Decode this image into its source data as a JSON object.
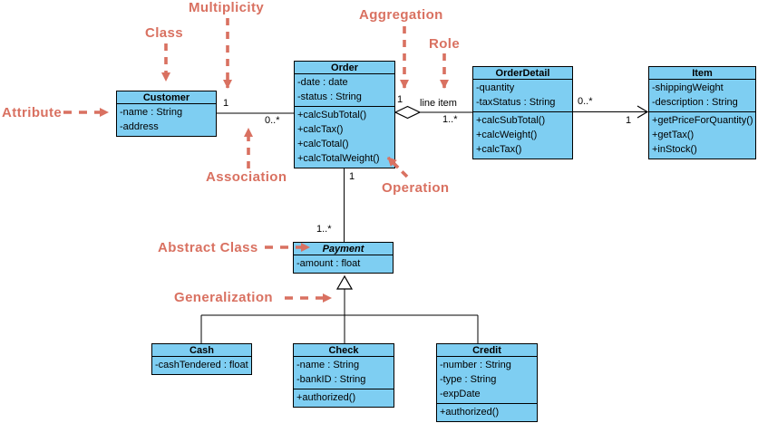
{
  "annotations": {
    "multiplicity": "Multiplicity",
    "class": "Class",
    "aggregation": "Aggregation",
    "role": "Role",
    "attribute": "Attribute",
    "association": "Association",
    "operation": "Operation",
    "abstract_class": "Abstract Class",
    "generalization": "Generalization"
  },
  "classes": {
    "customer": {
      "name": "Customer",
      "attributes": [
        "-name : String",
        "-address"
      ]
    },
    "order": {
      "name": "Order",
      "attributes": [
        "-date : date",
        "-status : String"
      ],
      "operations": [
        "+calcSubTotal()",
        "+calcTax()",
        "+calcTotal()",
        "+calcTotalWeight()"
      ]
    },
    "order_detail": {
      "name": "OrderDetail",
      "attributes": [
        "-quantity",
        "-taxStatus : String"
      ],
      "operations": [
        "+calcSubTotal()",
        "+calcWeight()",
        "+calcTax()"
      ]
    },
    "item": {
      "name": "Item",
      "attributes": [
        "-shippingWeight",
        "-description : String"
      ],
      "operations": [
        "+getPriceForQuantity()",
        "+getTax()",
        "+inStock()"
      ]
    },
    "payment": {
      "name": "Payment",
      "attributes": [
        "-amount : float"
      ]
    },
    "cash": {
      "name": "Cash",
      "attributes": [
        "-cashTendered : float"
      ]
    },
    "check": {
      "name": "Check",
      "attributes": [
        "-name : String",
        "-bankID : String"
      ],
      "operations": [
        "+authorized()"
      ]
    },
    "credit": {
      "name": "Credit",
      "attributes": [
        "-number : String",
        "-type : String",
        "-expDate"
      ],
      "operations": [
        "+authorized()"
      ]
    }
  },
  "edge_labels": {
    "customer_end_one": "1",
    "order_end_many": "0..*",
    "aggregation_one": "1",
    "role_line_item": "line item",
    "detail_end_many": "1..*",
    "detail_item_many": "0..*",
    "item_end_one": "1",
    "order_payment_one": "1",
    "payment_end_many": "1..*"
  },
  "colors": {
    "class_fill": "#7ECEF2",
    "annotation_red": "#D97161",
    "border": "#000000"
  }
}
